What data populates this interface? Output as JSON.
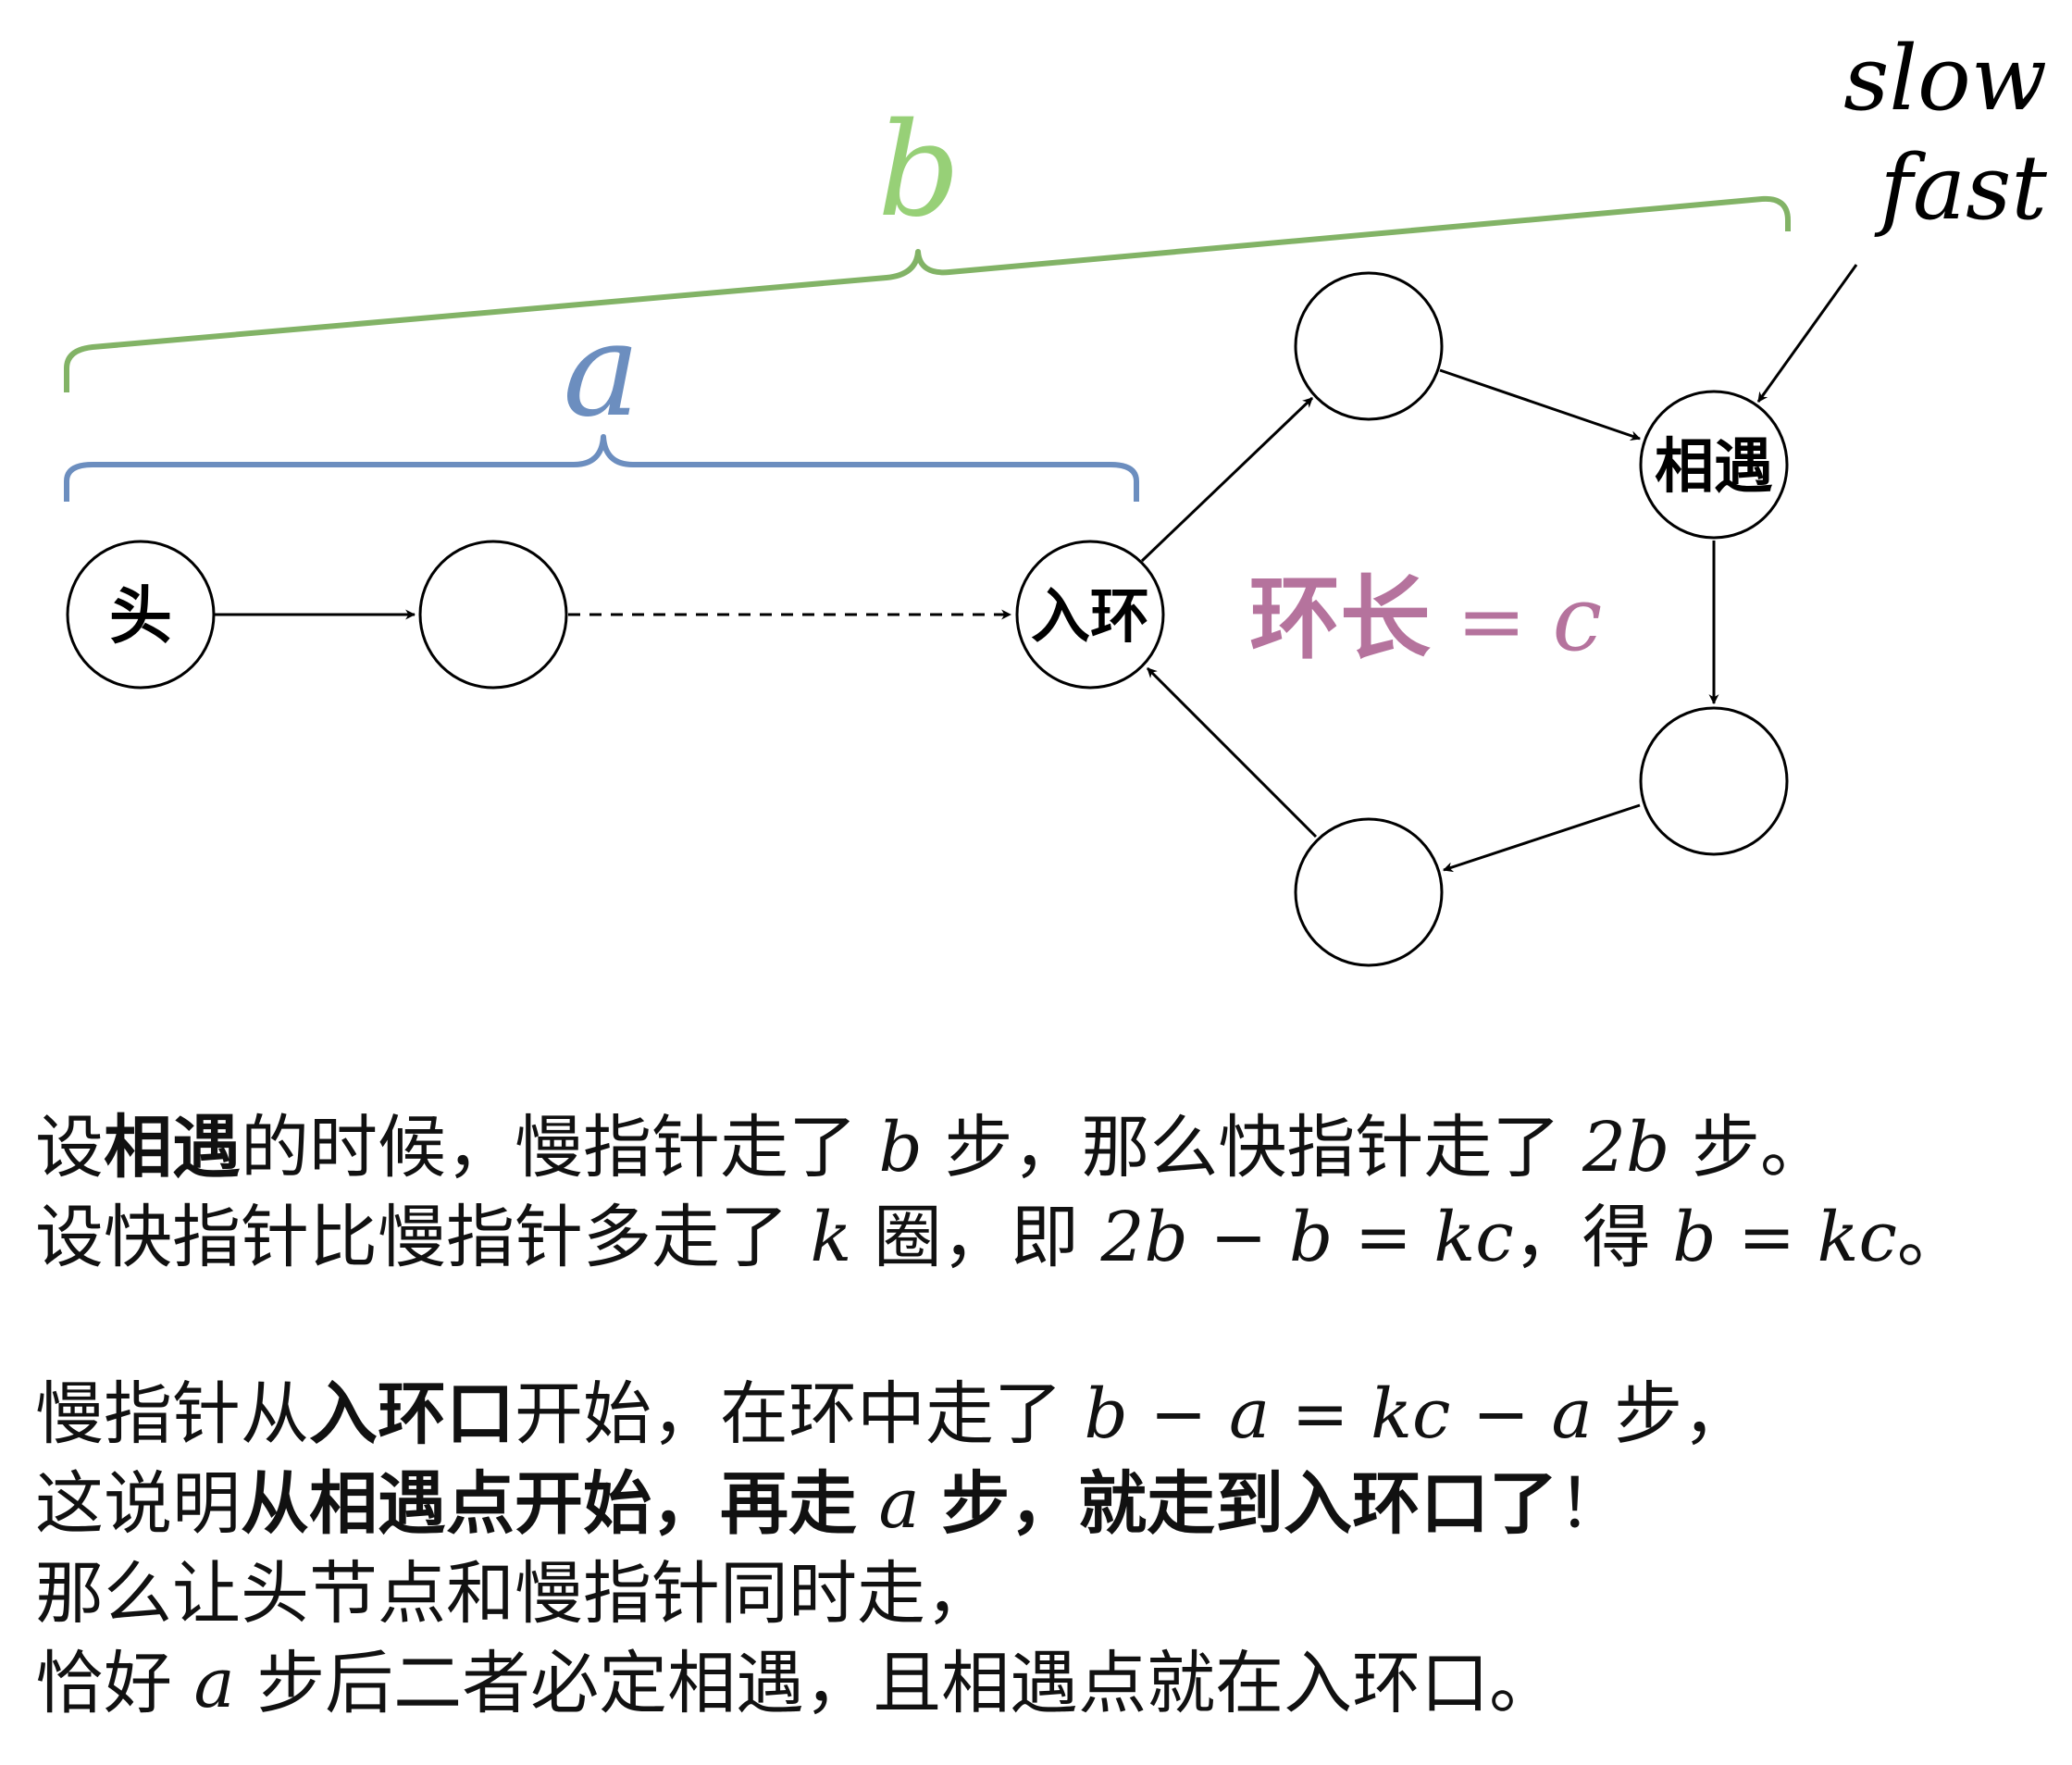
{
  "diagram": {
    "nodes": [
      {
        "id": "head",
        "label": "头"
      },
      {
        "id": "node2",
        "label": ""
      },
      {
        "id": "entry",
        "label": "入环"
      },
      {
        "id": "top",
        "label": ""
      },
      {
        "id": "meet",
        "label": "相遇"
      },
      {
        "id": "right",
        "label": ""
      },
      {
        "id": "bottom",
        "label": ""
      }
    ],
    "brace_a": {
      "label": "a",
      "color": "#6c8ebf"
    },
    "brace_b": {
      "label": "b",
      "color": "#82b366"
    },
    "pointer_labels": {
      "slow": "slow",
      "fast": "fast"
    },
    "cycle_label": {
      "text": "环长",
      "eq": "=",
      "var": "c",
      "color": "#b5739d"
    }
  },
  "text": {
    "p1": {
      "s1": "设",
      "s1b": "相遇",
      "s2": "的时候，慢指针走了",
      "m1": "b",
      "s3": "步，那么快指针走了",
      "m2": "2b",
      "s4": "步。"
    },
    "p2": {
      "s1": "设快指针比慢指针多走了",
      "m1": "k",
      "s2": "圈，即",
      "m2": "2b − b = kc",
      "s3": "，得",
      "m3": "b = kc",
      "s4": "。"
    },
    "p3": {
      "s1": "慢指针从",
      "s1b": "入环口",
      "s2": "开始，在环中走了",
      "m1": "b − a = kc − a",
      "s3": "步，"
    },
    "p4": {
      "s1": "这说明",
      "s1b": "从相遇点开始，再走",
      "m1": "a",
      "s2b": "步，就走到入环口了",
      "s3": "！"
    },
    "p5": {
      "s1": "那么让头节点和慢指针同时走，"
    },
    "p6": {
      "s1": "恰好",
      "m1": "a",
      "s2": "步后二者必定相遇，且相遇点就在入环口。"
    }
  }
}
